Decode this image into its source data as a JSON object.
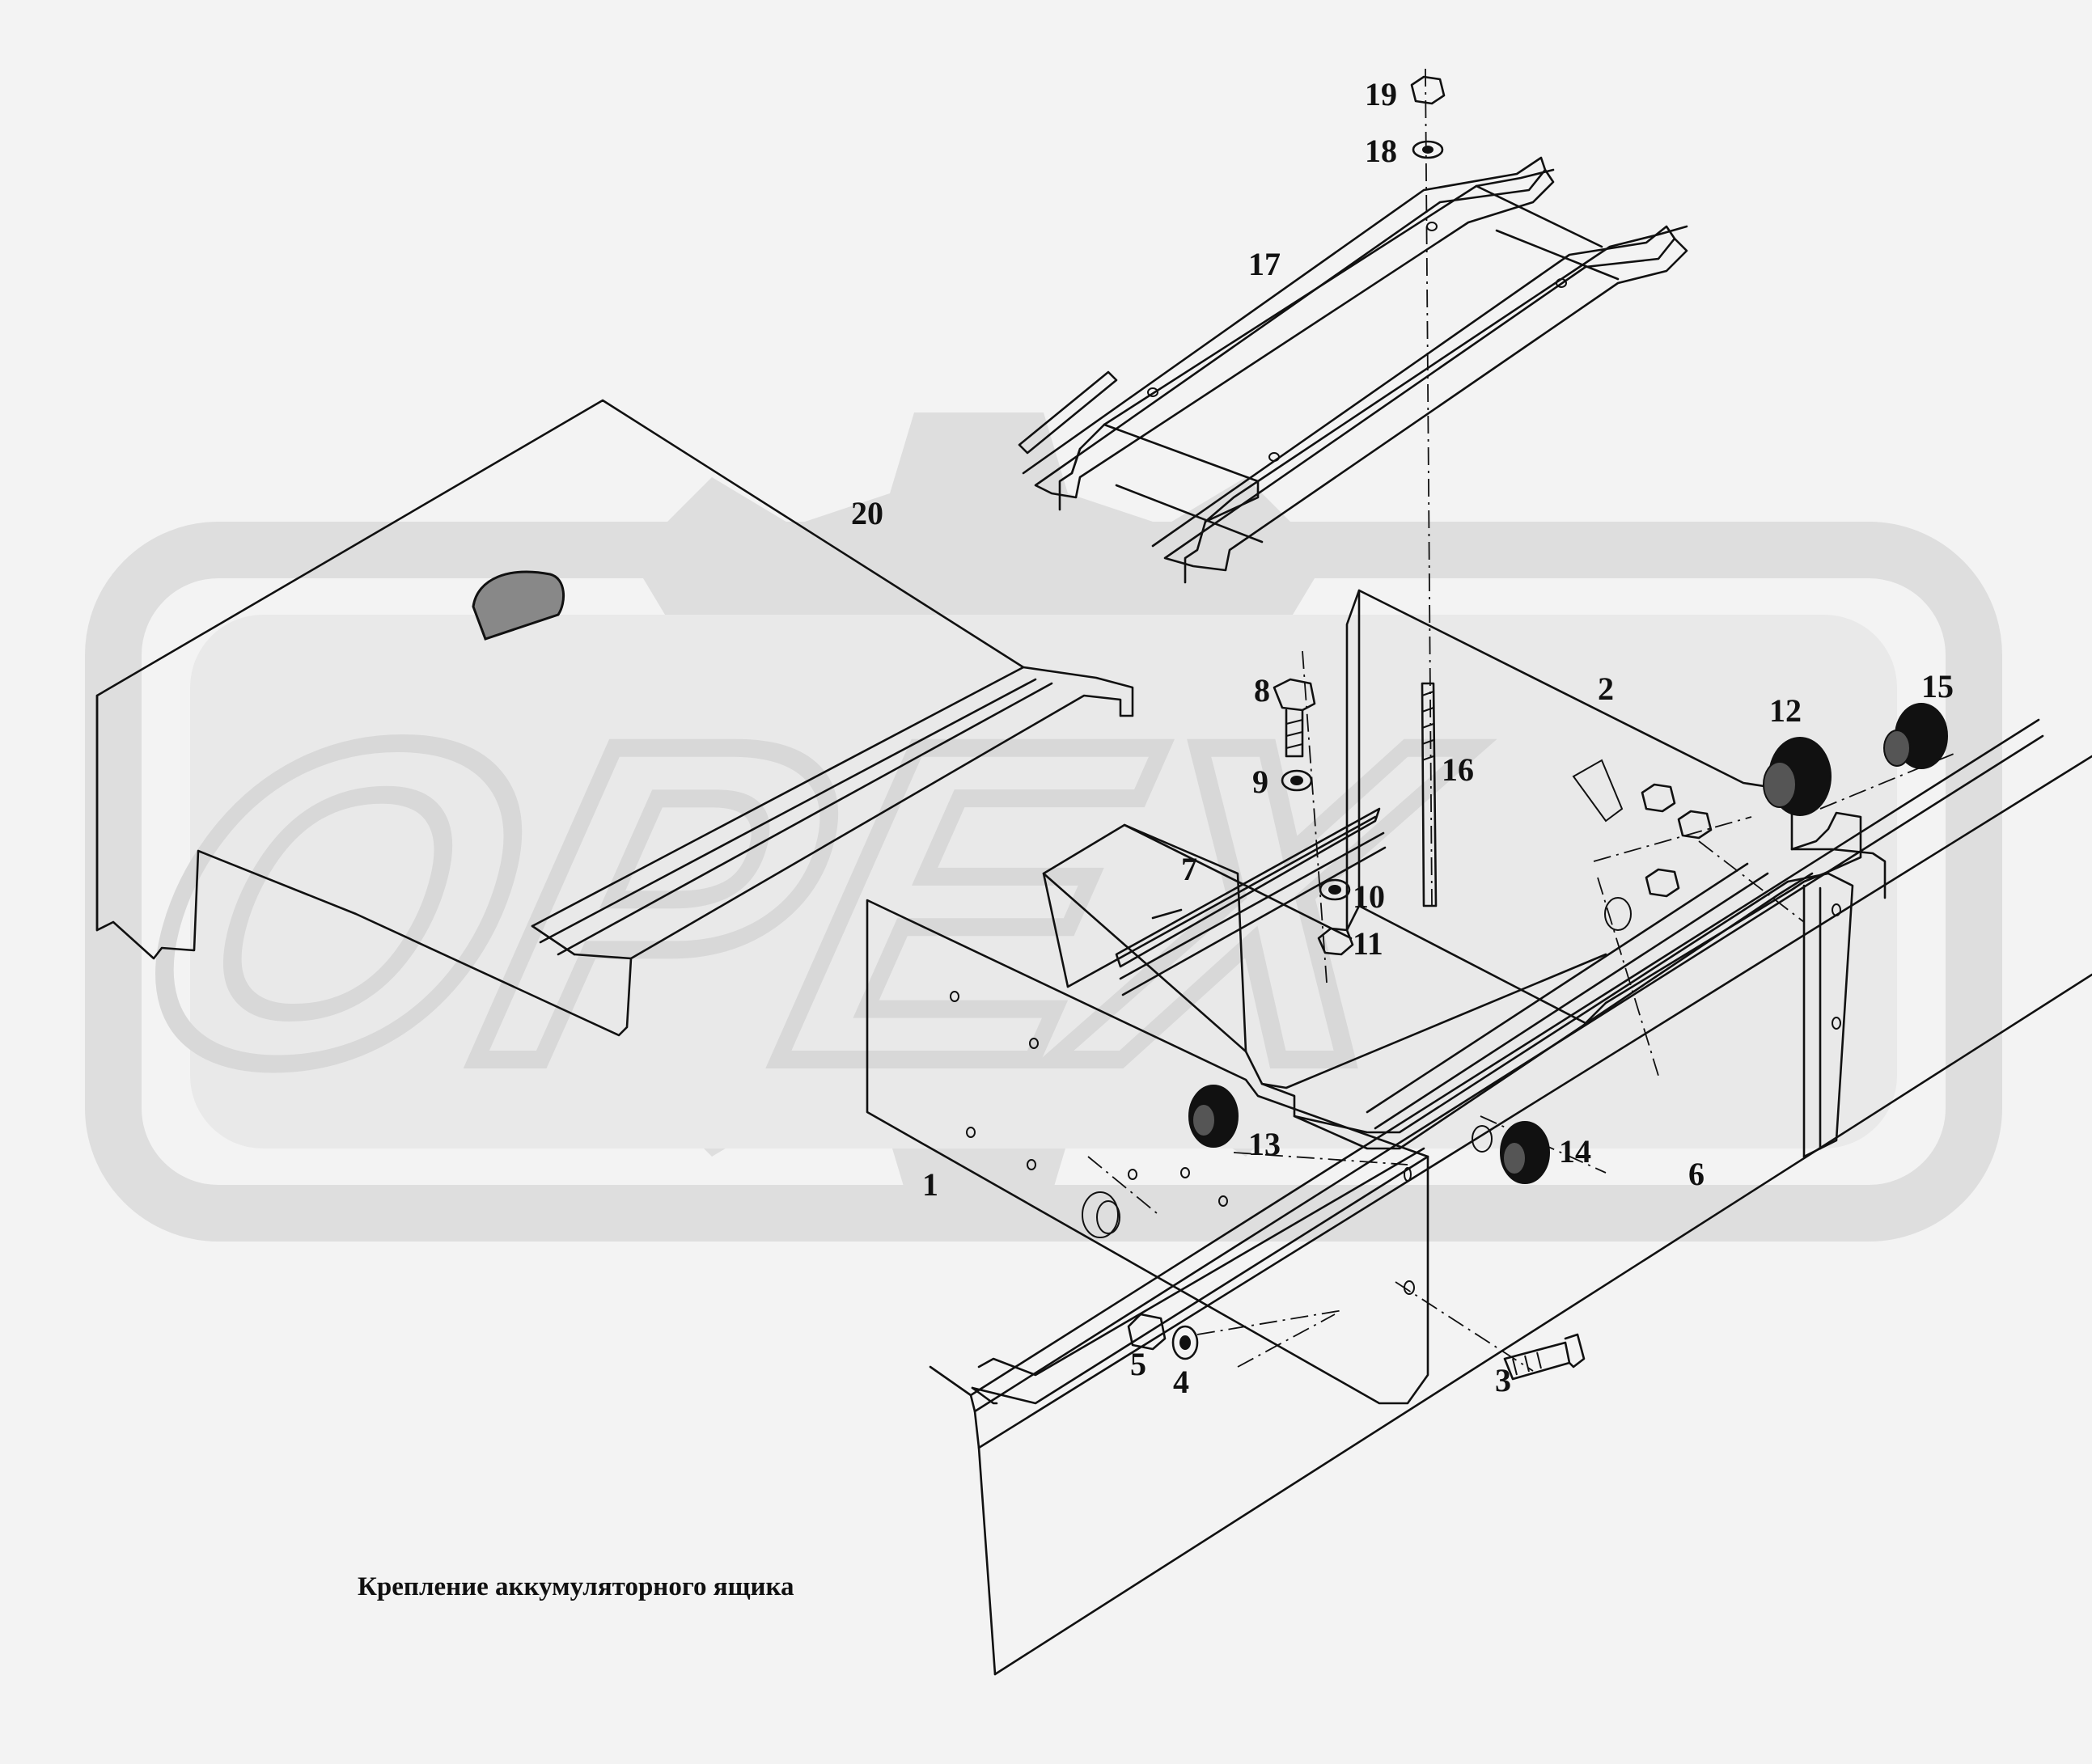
{
  "diagram": {
    "caption": "Крепление аккумуляторного ящика",
    "watermark": "OPEX",
    "colors": {
      "background": "#f3f3f3",
      "line": "#111111",
      "watermark": "#d6d6d6"
    },
    "parts": [
      {
        "id": "p1",
        "number": "1"
      },
      {
        "id": "p2",
        "number": "2"
      },
      {
        "id": "p3",
        "number": "3"
      },
      {
        "id": "p4",
        "number": "4"
      },
      {
        "id": "p5",
        "number": "5"
      },
      {
        "id": "p6",
        "number": "6"
      },
      {
        "id": "p7",
        "number": "7"
      },
      {
        "id": "p8",
        "number": "8"
      },
      {
        "id": "p9",
        "number": "9"
      },
      {
        "id": "p10",
        "number": "10"
      },
      {
        "id": "p11",
        "number": "11"
      },
      {
        "id": "p12",
        "number": "12"
      },
      {
        "id": "p13",
        "number": "13"
      },
      {
        "id": "p14",
        "number": "14"
      },
      {
        "id": "p15",
        "number": "15"
      },
      {
        "id": "p16",
        "number": "16"
      },
      {
        "id": "p17",
        "number": "17"
      },
      {
        "id": "p18",
        "number": "18"
      },
      {
        "id": "p19",
        "number": "19"
      },
      {
        "id": "p20",
        "number": "20"
      }
    ]
  }
}
